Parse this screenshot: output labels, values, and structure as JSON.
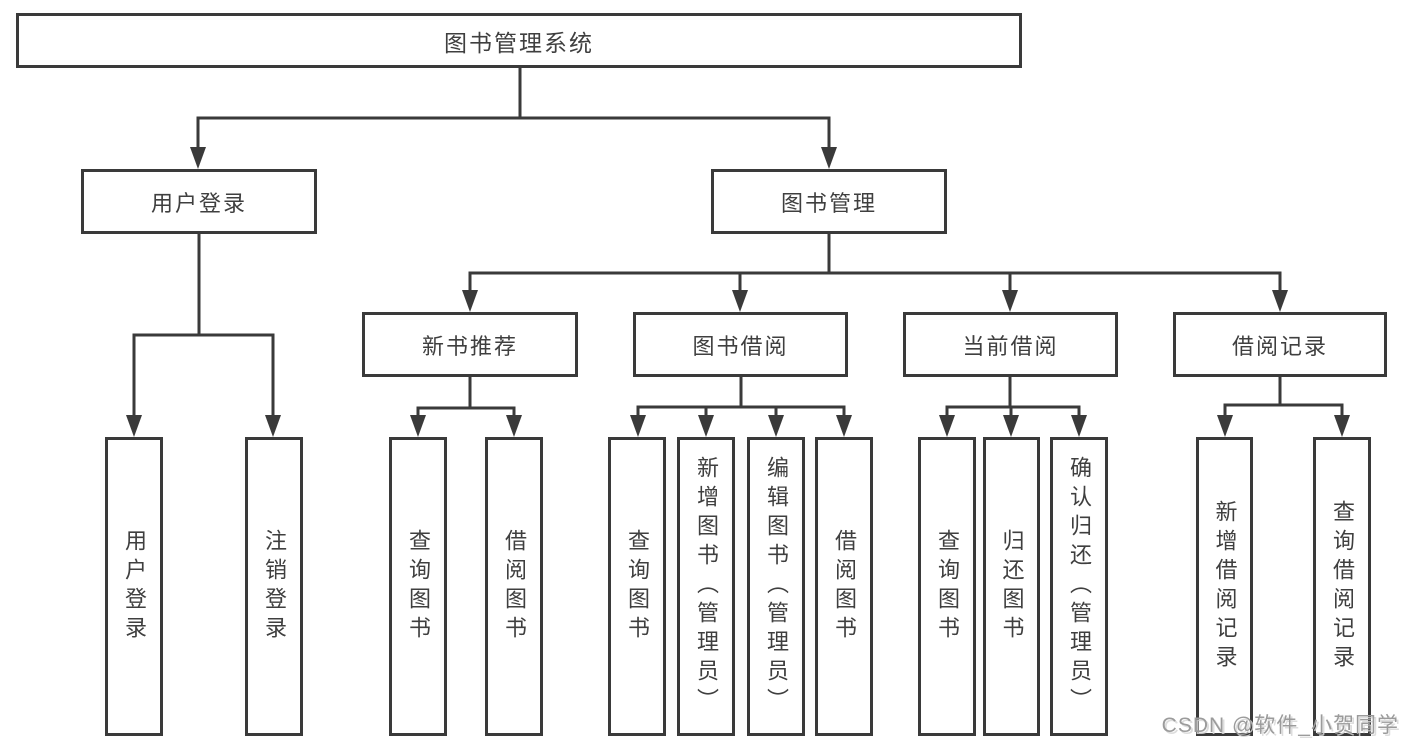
{
  "diagram_type": "hierarchy-tree",
  "colors": {
    "line": "#3A3A3A",
    "box_border": "#3A3A3A",
    "box_fill": "#FFFFFF",
    "text": "#3F3F3F",
    "watermark": "#9B9B9B",
    "background": "#FFFFFF"
  },
  "tree": {
    "label": "图书管理系统",
    "children": [
      {
        "label": "用户登录",
        "children": [
          {
            "label": "用户登录"
          },
          {
            "label": "注销登录"
          }
        ]
      },
      {
        "label": "图书管理",
        "children": [
          {
            "label": "新书推荐",
            "children": [
              {
                "label": "查询图书"
              },
              {
                "label": "借阅图书"
              }
            ]
          },
          {
            "label": "图书借阅",
            "children": [
              {
                "label": "查询图书"
              },
              {
                "label": "新增图书（管理员）"
              },
              {
                "label": "编辑图书（管理员）"
              },
              {
                "label": "借阅图书"
              }
            ]
          },
          {
            "label": "当前借阅",
            "children": [
              {
                "label": "查询图书"
              },
              {
                "label": "归还图书"
              },
              {
                "label": "确认归还（管理员）"
              }
            ]
          },
          {
            "label": "借阅记录",
            "children": [
              {
                "label": "新增借阅记录"
              },
              {
                "label": "查询借阅记录"
              }
            ]
          }
        ]
      }
    ]
  },
  "watermark": {
    "text": "CSDN @软件_小贺同学"
  }
}
